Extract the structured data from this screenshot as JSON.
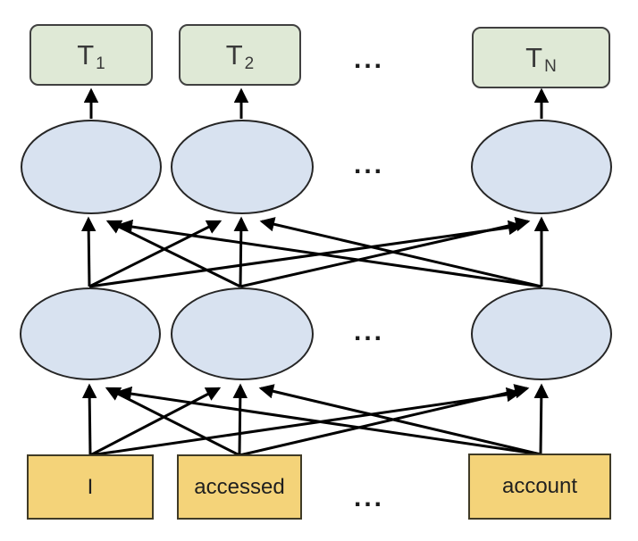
{
  "diagram": {
    "description": "Feed-forward network diagram: input words to two hidden layers to output tokens",
    "outputs": [
      {
        "base": "T",
        "sub": "1"
      },
      {
        "base": "T",
        "sub": "2"
      },
      {
        "base": "T",
        "sub": "N"
      }
    ],
    "inputs": [
      "I",
      "accessed",
      "account"
    ],
    "ellipsis": "...",
    "colors": {
      "output_box_fill": "#dfe9d6",
      "output_box_border": "#404040",
      "hidden_node_fill": "#d8e2f0",
      "hidden_node_border": "#262626",
      "input_box_fill": "#f4d379",
      "input_box_border": "#403b26",
      "arrow": "#000000",
      "text": "#3a3a3a"
    }
  }
}
